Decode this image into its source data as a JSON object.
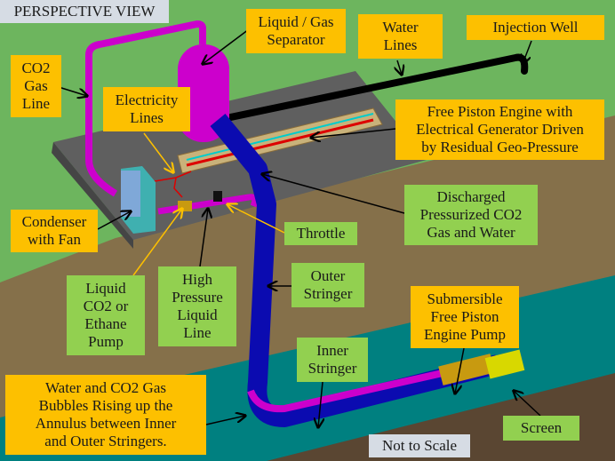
{
  "title": "PERSPECTIVE VIEW",
  "note": "Not to Scale",
  "colors": {
    "ground_surface": "#6db55e",
    "soil_upper": "#85704a",
    "aquifer": "#008080",
    "soil_lower": "#5a4632",
    "platform": "#5f5f5f",
    "pipe_gas": "#cc00cc",
    "stringer_outer": "#0b0bb0",
    "water_line": "#000000",
    "callout_orange": "#fdc000",
    "callout_green": "#92d050"
  },
  "labels": {
    "co2_gas_line": "CO2\nGas\nLine",
    "separator": "Liquid / Gas\nSeparator",
    "water_lines": "Water\nLines",
    "injection_well": "Injection Well",
    "electricity_lines": "Electricity\nLines",
    "free_piston_engine": "Free Piston Engine with\nElectrical Generator  Driven\nby Residual Geo-Pressure",
    "condenser": "Condenser\nwith Fan",
    "discharged": "Discharged\nPressurized CO2\nGas and Water",
    "throttle": "Throttle",
    "pump": "Liquid\nCO2 or\nEthane\nPump",
    "hp_liquid_line": "High\nPressure\nLiquid\nLine",
    "outer_stringer": "Outer\nStringer",
    "submersible": "Submersible\nFree Piston\nEngine Pump",
    "inner_stringer": "Inner\nStringer",
    "bubbles": "Water and CO2 Gas\nBubbles Rising up the\nAnnulus between Inner\nand Outer Stringers.",
    "screen": "Screen"
  }
}
